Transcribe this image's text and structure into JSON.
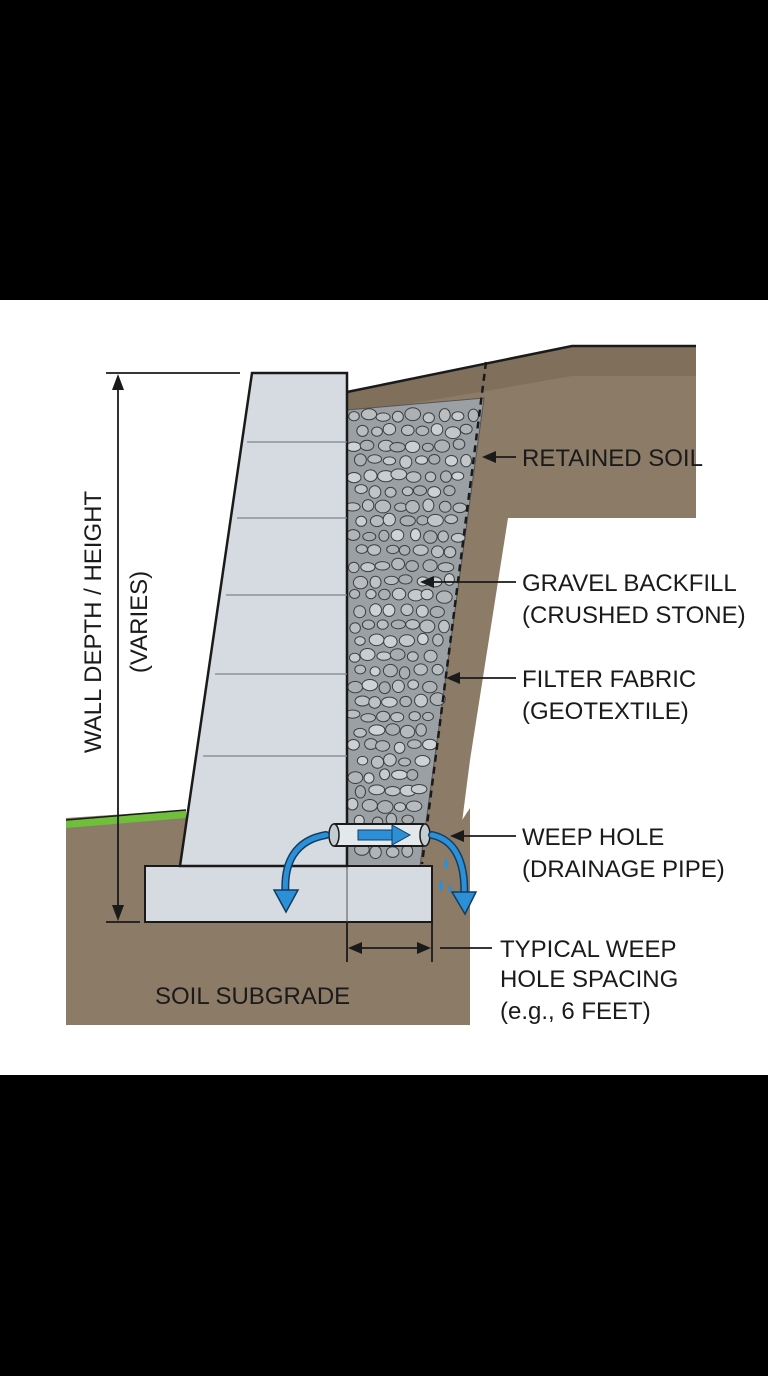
{
  "labels": {
    "wall_height_line1": "WALL DEPTH / HEIGHT",
    "wall_height_line2": "(VARIES)",
    "retained_soil": "RETAINED SOIL",
    "gravel_line1": "GRAVEL BACKFILL",
    "gravel_line2": "(CRUSHED STONE)",
    "filter_line1": "FILTER FABRIC",
    "filter_line2": "(GEOTEXTILE)",
    "weep_line1": "WEEP HOLE",
    "weep_line2": "(DRAINAGE PIPE)",
    "spacing_line1": "TYPICAL WEEP",
    "spacing_line2": "HOLE SPACING",
    "spacing_line3": "(e.g., 6 FEET)",
    "subgrade": "SOIL SUBGRADE"
  },
  "colors": {
    "letterbox": "#000000",
    "panel": "#ffffff",
    "soil": "#8c7b67",
    "soil_dark": "#7a6a57",
    "concrete": "#d5dbe0",
    "gravel": "#a7acb0",
    "grass": "#6fbf3a",
    "water": "#2d8fd6",
    "line": "#1a1a1a"
  }
}
